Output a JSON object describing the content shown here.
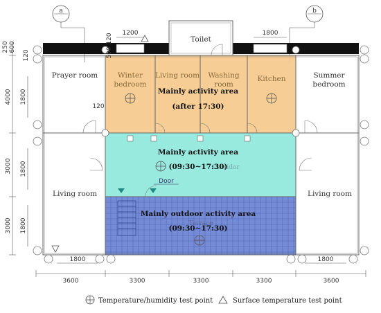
{
  "axis_markers": {
    "left": "a",
    "right": "b"
  },
  "rooms": {
    "toilet": "Toilet",
    "prayer_room": "Prayer room",
    "winter_bedroom_1": "Winter",
    "winter_bedroom_2": "bedroom",
    "living_room_top": "Living room",
    "washing_room_1": "Washing",
    "washing_room_2": "room",
    "kitchen": "Kitchen",
    "summer_bedroom_1": "Summer",
    "summer_bedroom_2": "bedroom",
    "living_room_left": "Living room",
    "living_room_right": "Living room",
    "corridor_faint": "Corridor",
    "terrace": "Terrace",
    "door": "Door"
  },
  "zones": {
    "evening": {
      "title": "Mainly activity area",
      "time": "(after 17:30)",
      "color": "#f5c98a"
    },
    "daytime": {
      "title": "Mainly activity area",
      "time": "(09:30~17:30)",
      "color": "#8de8dc"
    },
    "outdoor": {
      "title": "Mainly outdoor activity area",
      "time": "(09:30~17:30)",
      "color": "#6f86d4"
    }
  },
  "dimensions": {
    "top_1200": "1200",
    "top_1800": "1800",
    "top_120": "120",
    "top_500": "500",
    "left_250": "250",
    "left_600": "600",
    "left_120": "120",
    "left_4000": "4000",
    "left_1800_a": "1800",
    "left_3000_a": "3000",
    "left_1800_b": "1800",
    "left_3000_b": "3000",
    "left_1800_c": "1800",
    "inner_120": "120",
    "bottom_1800_left": "1800",
    "bottom_1800_right": "1800",
    "bottom_3600_left": "3600",
    "bottom_3300_a": "3300",
    "bottom_3300_b": "3300",
    "bottom_3300_c": "3300",
    "bottom_3600_right": "3600"
  },
  "legend": {
    "th_point": "Temperature/humidity test point",
    "surface_point": "Surface temperature test point"
  }
}
